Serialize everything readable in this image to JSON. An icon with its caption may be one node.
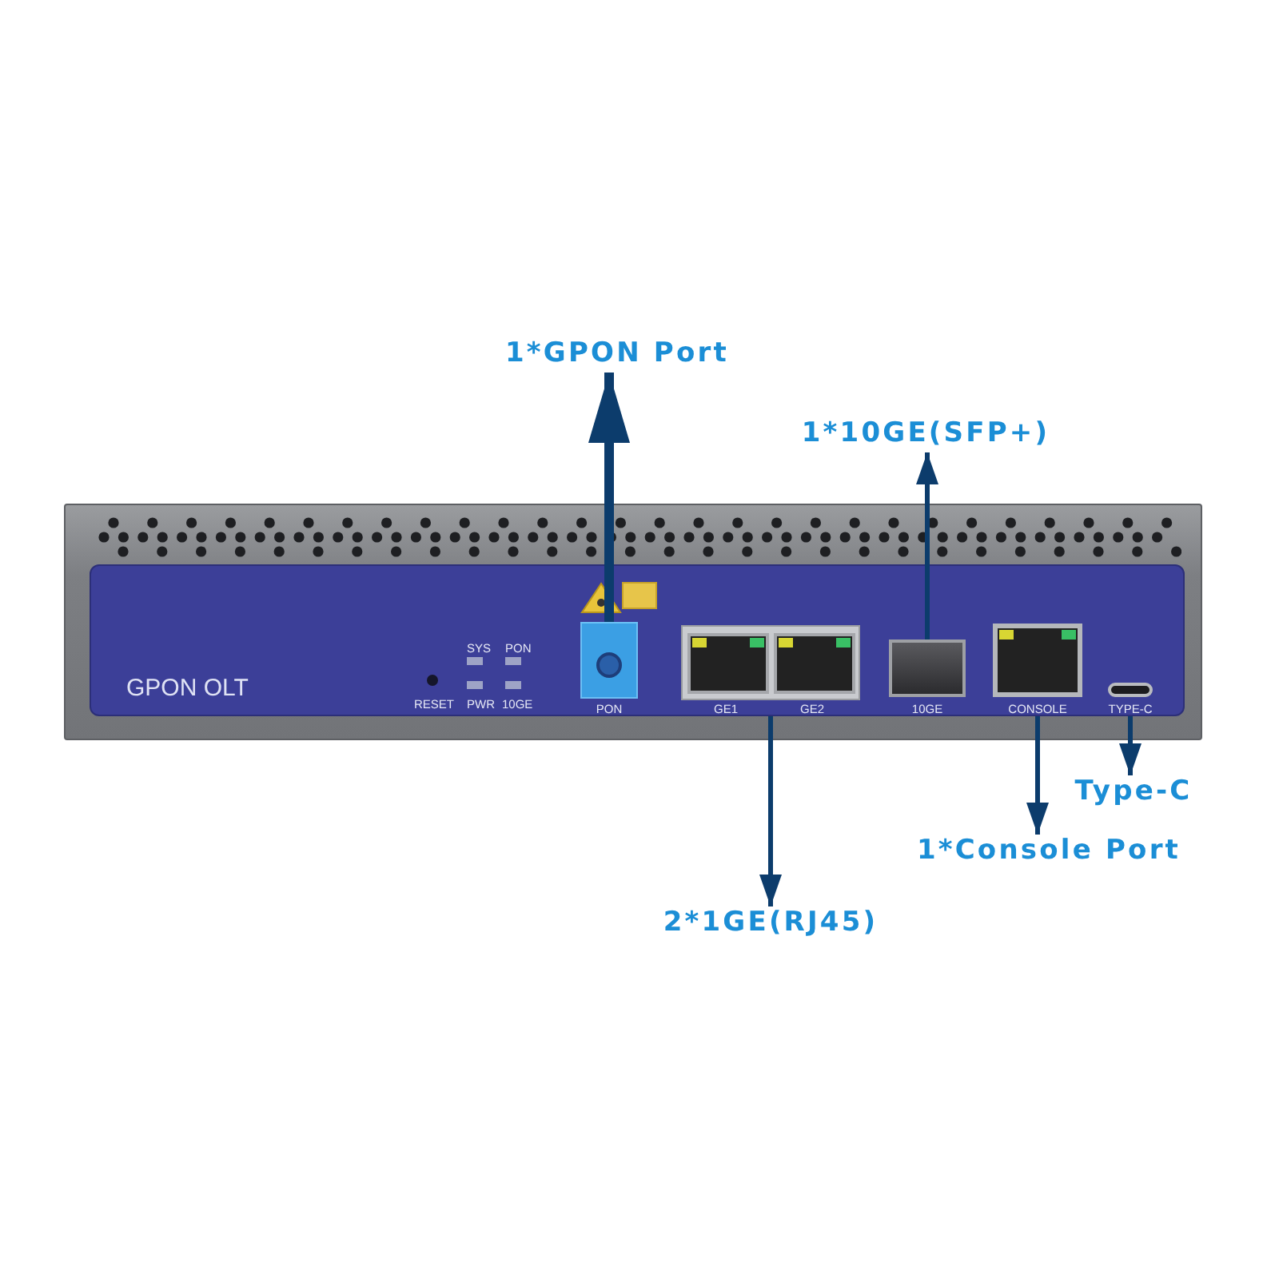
{
  "diagram": {
    "nodes": [
      {
        "text": [
          "1*GPON Port"
        ]
      },
      {
        "text": [
          "1*10GE(SFP+)"
        ]
      },
      {
        "text": [
          "GPON OLT"
        ]
      },
      {
        "text": [
          "PON"
        ],
        "in": 2
      },
      {
        "text": [
          "GE1",
          "GE2"
        ],
        "in": 2
      },
      {
        "text": [
          "10GE"
        ],
        "in": 2
      },
      {
        "text": [
          "CONSOLE"
        ],
        "in": 2
      },
      {
        "text": [
          "TYPE-C"
        ],
        "in": 2
      },
      {
        "text": [
          "Type-C"
        ]
      },
      {
        "text": [
          "1*Console Port"
        ]
      },
      {
        "text": [
          "2*1GE(RJ45)"
        ]
      }
    ],
    "edges": [
      {
        "from": 3,
        "to": 0,
        "arrow": "to",
        "style": "thick"
      },
      {
        "from": 5,
        "to": 1,
        "arrow": "to"
      },
      {
        "from": 4,
        "to": 10,
        "arrow": "to"
      },
      {
        "from": 6,
        "to": 9,
        "arrow": "to"
      },
      {
        "from": 7,
        "to": 8,
        "arrow": "to"
      }
    ],
    "labels": [
      "SYS",
      "PON",
      "RESET",
      "PWR",
      "10GE"
    ]
  }
}
